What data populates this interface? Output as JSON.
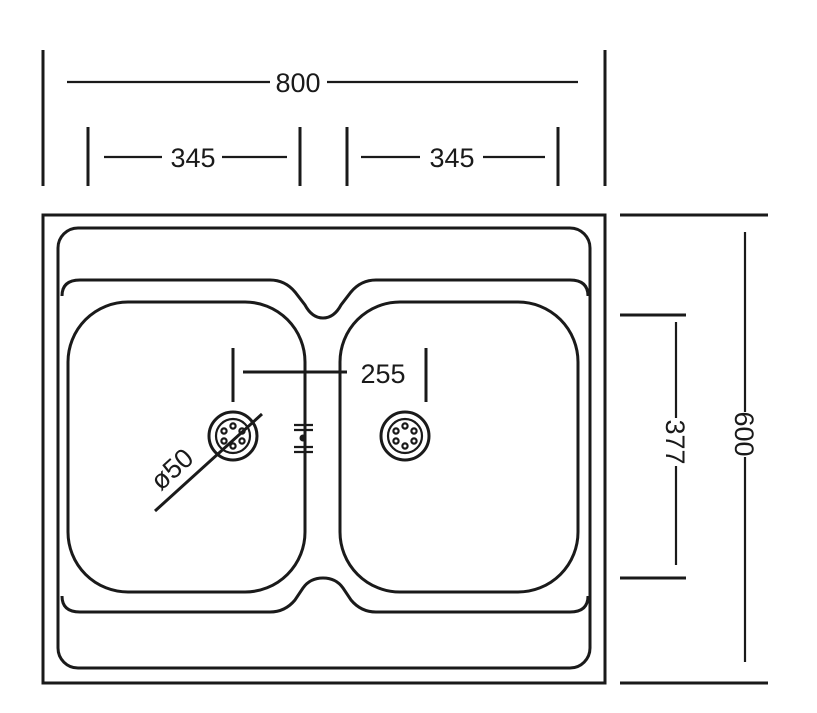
{
  "title": "Double bowl sink dimension drawing",
  "dimensions": {
    "overall_width": "800",
    "bowl_width_left": "345",
    "bowl_width_right": "345",
    "drain_spacing": "255",
    "drain_diameter": "ø50",
    "bowl_depth": "377",
    "overall_depth": "600"
  },
  "colors": {
    "line": "#1a1a1a",
    "background": "#ffffff"
  }
}
